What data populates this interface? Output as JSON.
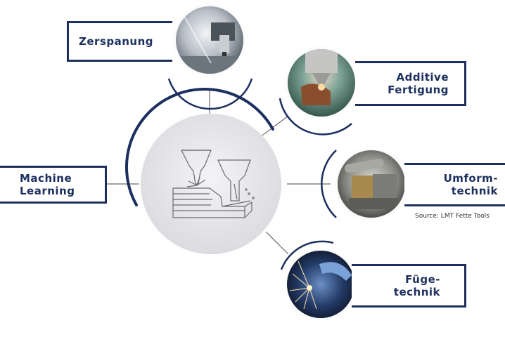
{
  "diagram": {
    "center": {
      "icon": "machining-spindle-icon"
    },
    "nodes": [
      {
        "id": "zerspanung",
        "label_lines": [
          "Zerspanung"
        ],
        "photo": "cnc-milling-photo"
      },
      {
        "id": "additive",
        "label_lines": [
          "Additive",
          "Fertigung"
        ],
        "photo": "laser-metal-deposition-photo"
      },
      {
        "id": "umform",
        "label_lines": [
          "Umform-",
          "technik"
        ],
        "photo": "forming-tool-photo"
      },
      {
        "id": "fuege",
        "label_lines": [
          "Füge-",
          "technik"
        ],
        "photo": "welding-sparks-photo"
      },
      {
        "id": "ml",
        "label_lines": [
          "Machine",
          "Learning"
        ]
      }
    ],
    "source": "Source: LMT Fette Tools"
  },
  "colors": {
    "navy": "#1c2f5e",
    "line_gray": "#6b6b6b",
    "circle_fill": "#e6e6e9"
  }
}
